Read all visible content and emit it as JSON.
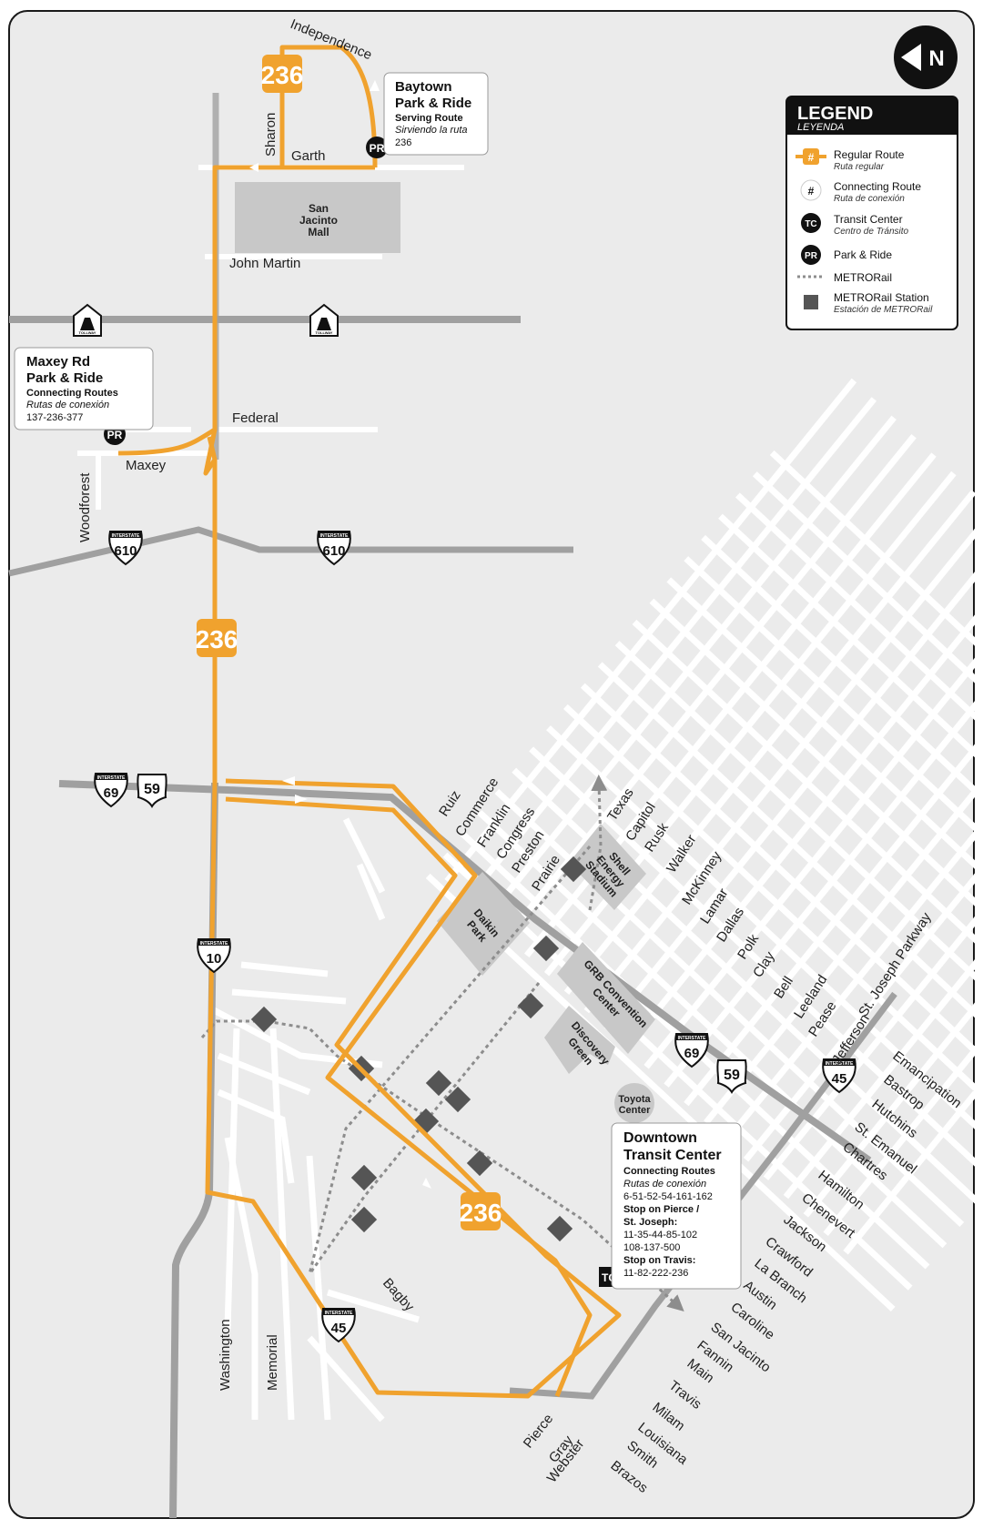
{
  "route_number": "236",
  "north_label": "N",
  "legend": {
    "title": "LEGEND",
    "subtitle": "LEYENDA",
    "swatch_hash": "#",
    "items": [
      {
        "label": "Regular Route",
        "sub": "Ruta regular"
      },
      {
        "label": "Connecting Route",
        "sub": "Ruta de conexión"
      },
      {
        "label": "Transit Center",
        "sub": "Centro de Tránsito"
      },
      {
        "label": "Park & Ride",
        "sub": ""
      },
      {
        "label": "METRORail",
        "sub": ""
      },
      {
        "label": "METRORail Station",
        "sub": "Estación de METRORail"
      }
    ]
  },
  "badges": {
    "tc": "TC",
    "pr": "PR"
  },
  "baytown": {
    "title1": "Baytown",
    "title2": "Park & Ride",
    "line1": "Serving Route",
    "line2": "Sirviendo la ruta",
    "line3": "236"
  },
  "maxey": {
    "title1": "Maxey Rd",
    "title2": "Park & Ride",
    "line1": "Connecting Routes",
    "line2": "Rutas de conexión",
    "line3": "137-236-377"
  },
  "dtc": {
    "title1": "Downtown",
    "title2": "Transit Center",
    "lines": [
      {
        "text": "Connecting Routes",
        "style": "b"
      },
      {
        "text": "Rutas de conexión",
        "style": "i"
      },
      {
        "text": "6-51-52-54-161-162",
        "style": "n"
      },
      {
        "text": "Stop on Pierce /",
        "style": "b"
      },
      {
        "text": "St. Joseph:",
        "style": "b"
      },
      {
        "text": "11-35-44-85-102",
        "style": "n"
      },
      {
        "text": "108-137-500",
        "style": "n"
      },
      {
        "text": "Stop on Travis:",
        "style": "b"
      },
      {
        "text": "11-82-222-236",
        "style": "n"
      }
    ]
  },
  "landmarks": {
    "mall": [
      "San",
      "Jacinto",
      "Mall"
    ],
    "daikin": [
      "Daikin",
      "Park"
    ],
    "shell": [
      "Shell",
      "Energy",
      "Stadium"
    ],
    "grb": [
      "GRB Convention",
      "Center"
    ],
    "discovery": [
      "Discovery",
      "Green"
    ],
    "toyota": [
      "Toyota",
      "Center"
    ]
  },
  "shields": {
    "interstate": "INTERSTATE",
    "toll": "TOLLWAY",
    "i610": "610",
    "i69": "69",
    "us59": "59",
    "i10": "10",
    "i45": "45"
  },
  "streets": {
    "independence": "Independence",
    "sharon": "Sharon",
    "garth": "Garth",
    "john_martin": "John Martin",
    "federal": "Federal",
    "maxey": "Maxey",
    "woodforest": "Woodforest",
    "washington": "Washington",
    "memorial": "Memorial",
    "bagby": "Bagby",
    "ne_streets": [
      "Ruiz",
      "Commerce",
      "Franklin",
      "Congress",
      "Preston",
      "Prairie",
      "Texas",
      "Capitol",
      "Rusk",
      "Walker",
      "McKinney",
      "Lamar",
      "Dallas",
      "Polk",
      "Clay",
      "Bell",
      "Leeland",
      "Pease",
      "Jefferson",
      "St. Joseph Parkway"
    ],
    "se_streets": [
      "Emancipation",
      "Bastrop",
      "Hutchins",
      "St. Emanuel",
      "Chartres",
      "Hamilton",
      "Chenevert",
      "Jackson",
      "Crawford",
      "La Branch",
      "Austin",
      "Caroline",
      "San Jacinto",
      "Fannin",
      "Main",
      "Travis",
      "Milam",
      "Louisiana",
      "Smith",
      "Brazos",
      "Pierce",
      "Gray",
      "Webster"
    ]
  }
}
